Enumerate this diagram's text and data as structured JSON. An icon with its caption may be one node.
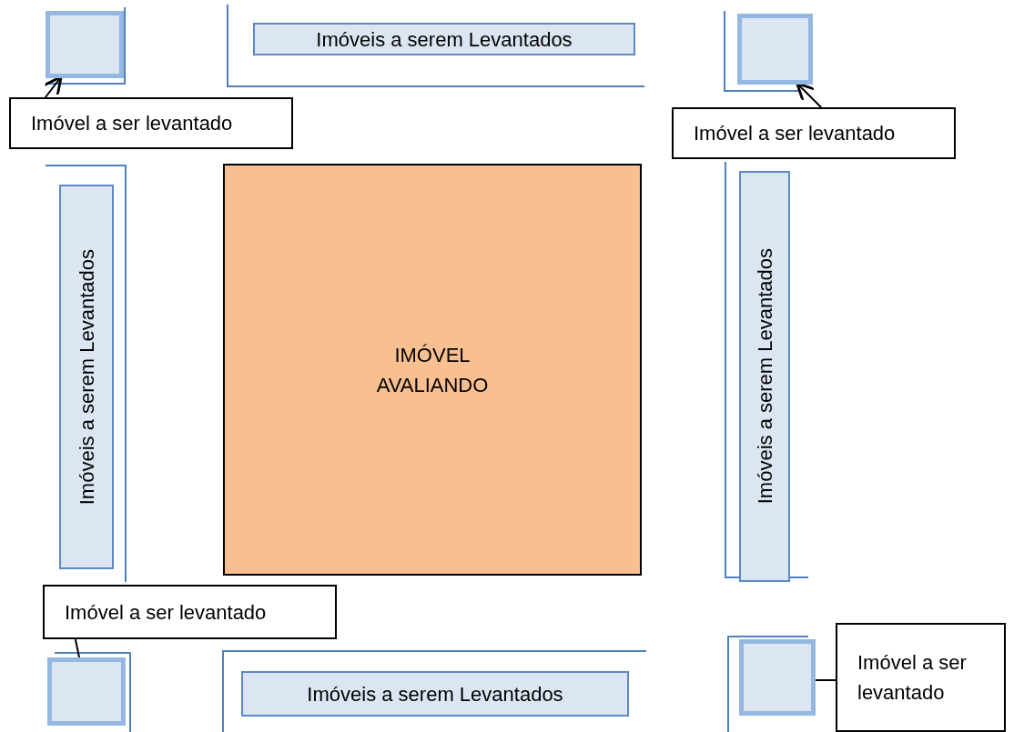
{
  "diagram": {
    "nodes": [
      {
        "text": [],
        "shape": "box"
      },
      {
        "text": [
          "Imóveis a serem Levantados"
        ]
      },
      {
        "text": [],
        "shape": "box"
      },
      {
        "text": [
          "Imóvel a ser levantado"
        ]
      },
      {
        "text": [
          "Imóvel a ser levantado"
        ]
      },
      {
        "text": [
          "Imóveis a serem Levantados"
        ]
      },
      {
        "text": [
          "IMÓVEL AVALIANDO"
        ]
      },
      {
        "text": [
          "Imóveis a serem Levantados"
        ]
      },
      {
        "text": [
          "Imóvel a ser levantado"
        ]
      },
      {
        "text": [],
        "shape": "box"
      },
      {
        "text": [
          "Imóveis a serem Levantados"
        ]
      },
      {
        "text": [],
        "shape": "box"
      },
      {
        "text": [
          "Imóvel a ser levantado"
        ]
      }
    ],
    "edges": [
      {
        "from": 3,
        "to": 0,
        "arrow": "to"
      },
      {
        "from": 4,
        "to": 2,
        "arrow": "to"
      },
      {
        "from": 8,
        "to": 9,
        "arrow": "none"
      },
      {
        "from": 12,
        "to": 11,
        "arrow": "none"
      }
    ]
  }
}
